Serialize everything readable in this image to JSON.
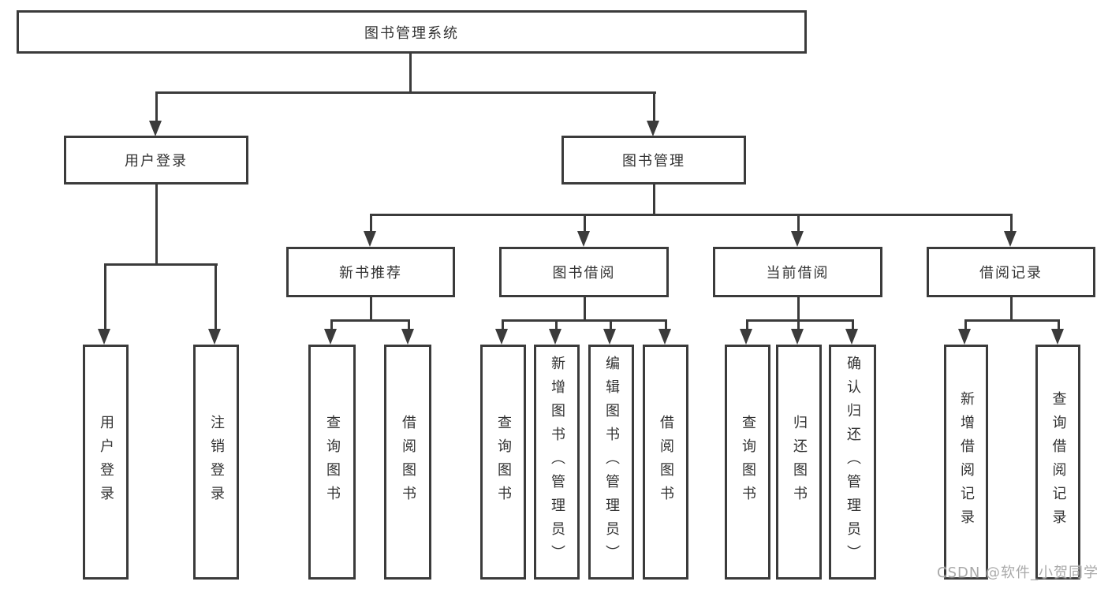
{
  "colors": {
    "line": "#3b3b3b",
    "box_border": "#3b3b3b",
    "text": "#333333",
    "watermark": "#a9a9a9",
    "background": "#ffffff"
  },
  "watermark": {
    "text": "CSDN @软件_小贺同学"
  },
  "tree": {
    "root": {
      "label": "图书管理系统"
    },
    "branches": [
      {
        "label": "用户登录",
        "children": [
          {
            "label": "用户登录"
          },
          {
            "label": "注销登录"
          }
        ]
      },
      {
        "label": "图书管理",
        "children": [
          {
            "label": "新书推荐",
            "children": [
              {
                "label": "查询图书"
              },
              {
                "label": "借阅图书"
              }
            ]
          },
          {
            "label": "图书借阅",
            "children": [
              {
                "label": "查询图书"
              },
              {
                "label": "新增图书（管理员）"
              },
              {
                "label": "编辑图书（管理员）"
              },
              {
                "label": "借阅图书"
              }
            ]
          },
          {
            "label": "当前借阅",
            "children": [
              {
                "label": "查询图书"
              },
              {
                "label": "归还图书"
              },
              {
                "label": "确认归还（管理员）"
              }
            ]
          },
          {
            "label": "借阅记录",
            "children": [
              {
                "label": "新增借阅记录"
              },
              {
                "label": "查询借阅记录"
              }
            ]
          }
        ]
      }
    ]
  }
}
